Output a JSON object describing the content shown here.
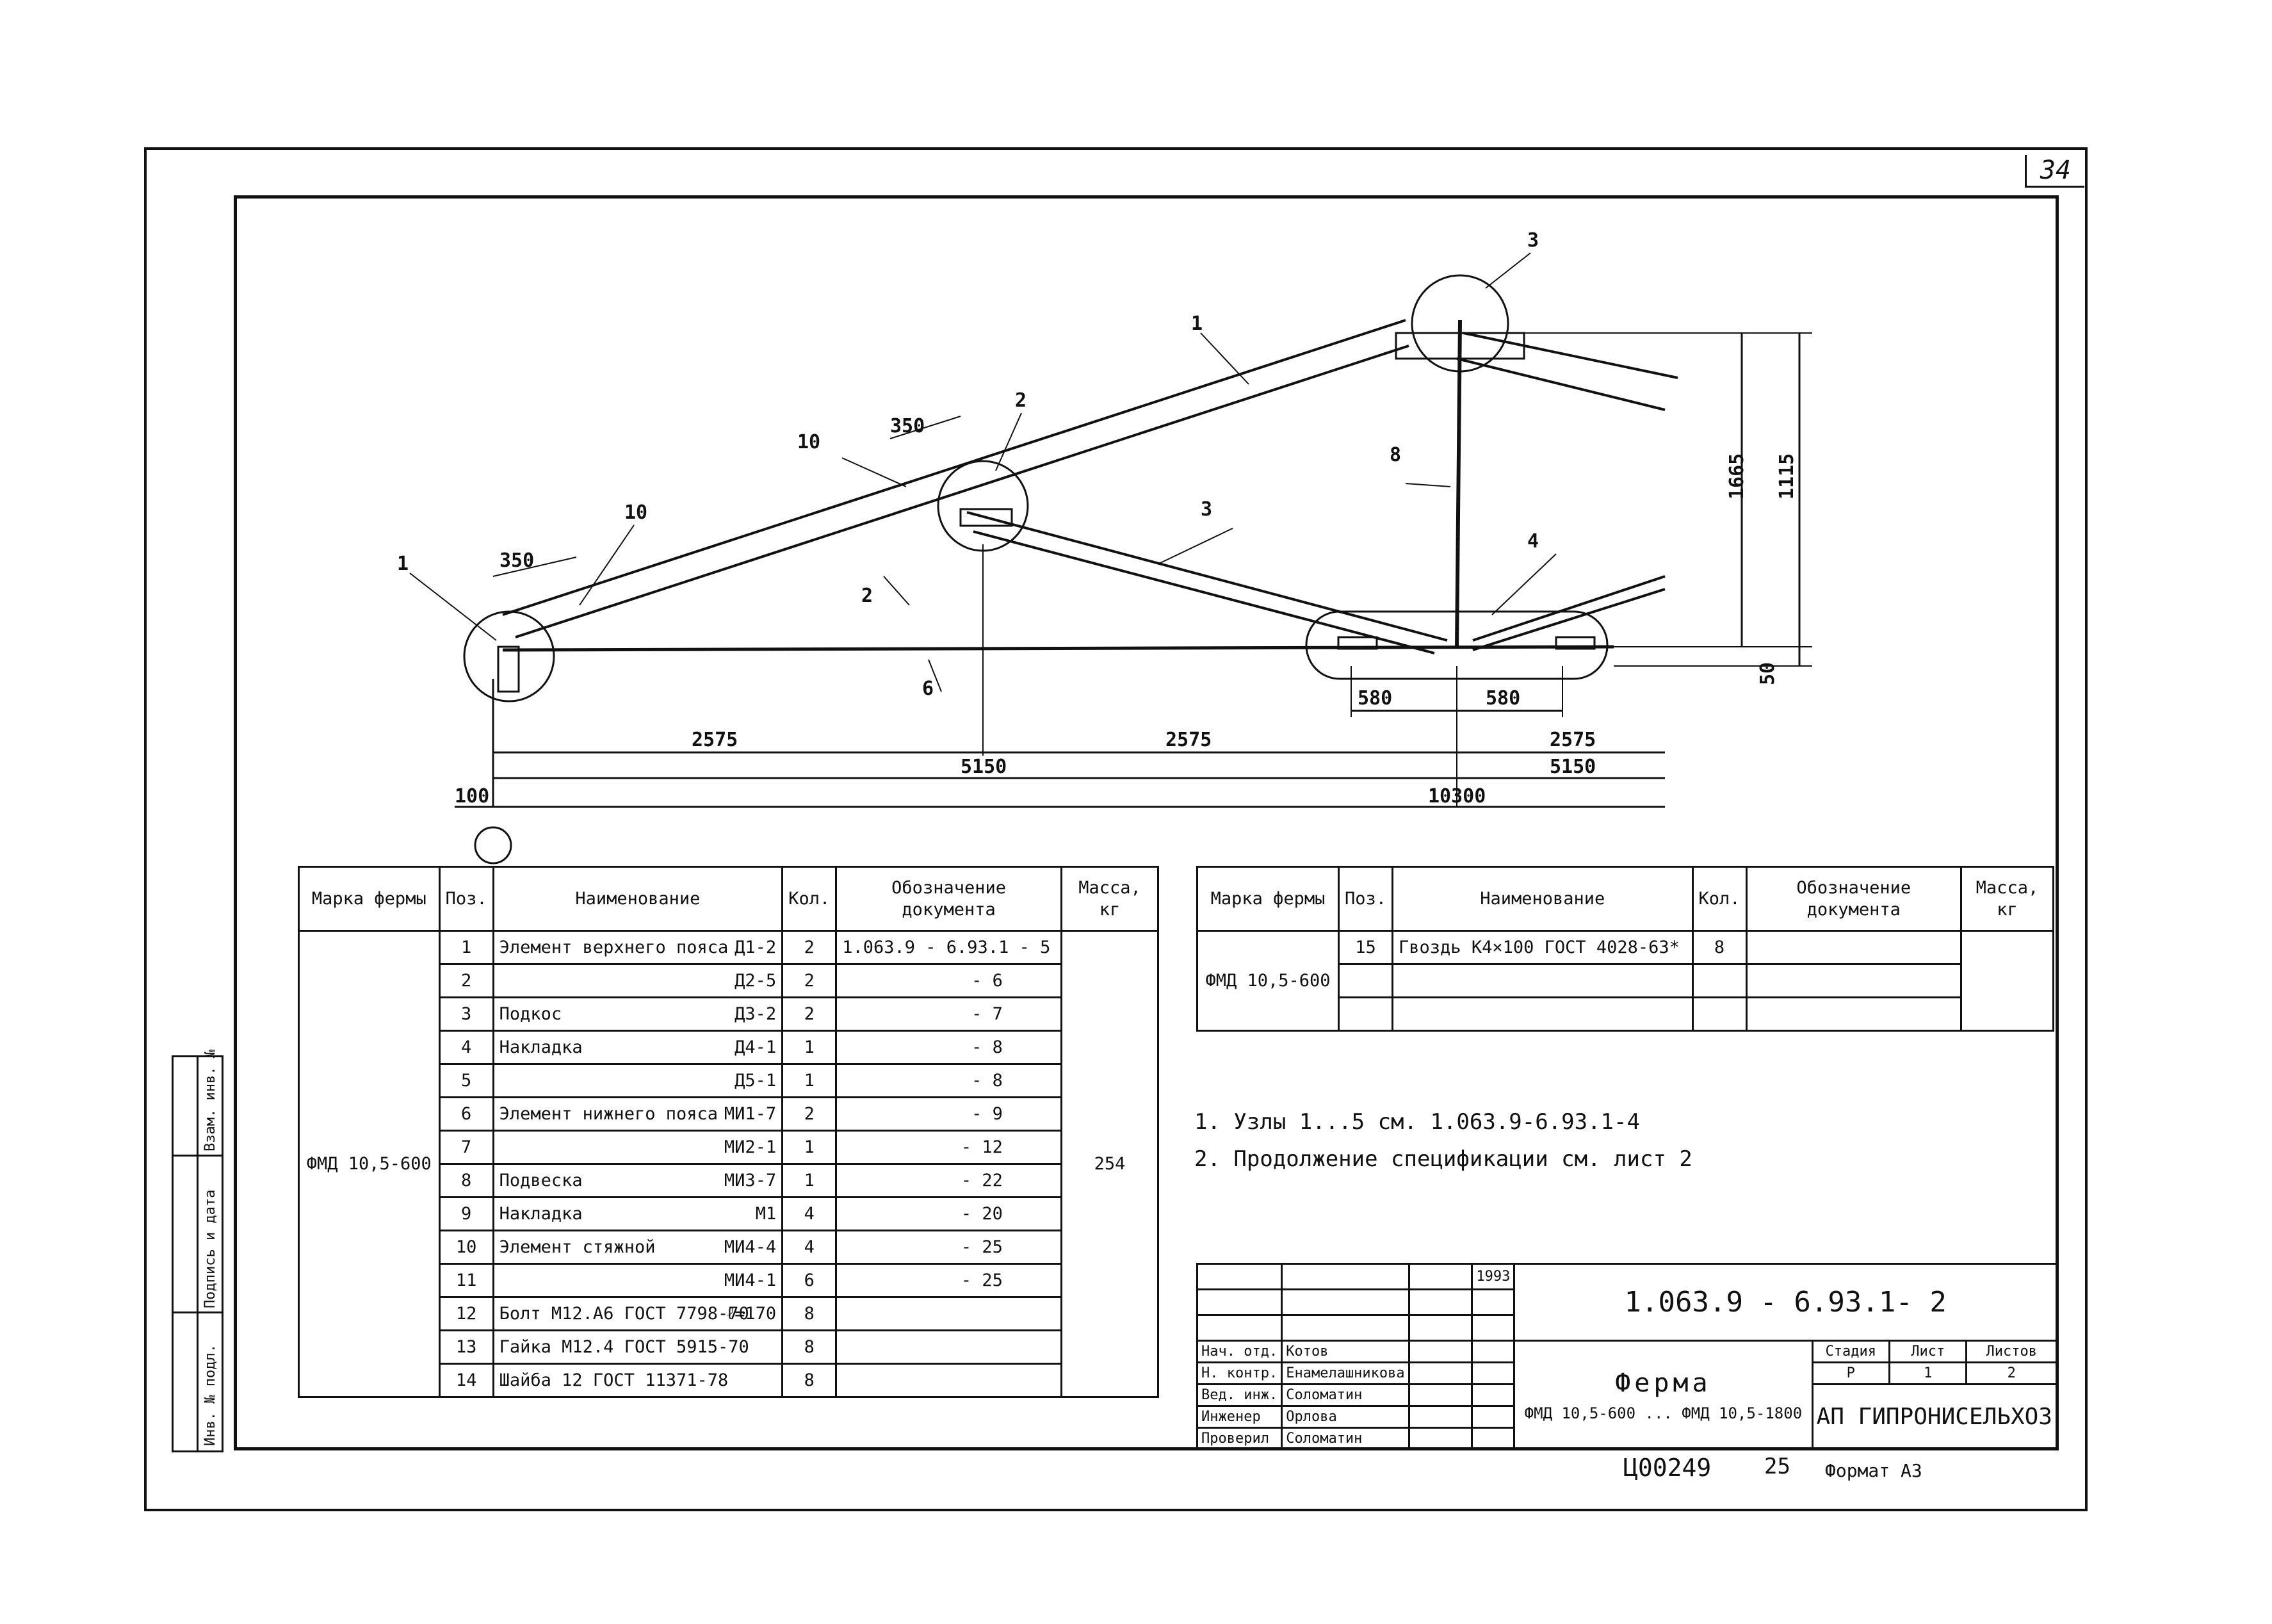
{
  "sheet": {
    "number": "34"
  },
  "drawing": {
    "dims": {
      "d2575a": "2575",
      "d2575b": "2575",
      "d2575c": "2575",
      "d5150a": "5150",
      "d5150b": "5150",
      "d10300": "10300",
      "d100": "100",
      "d350a": "350",
      "d350b": "350",
      "d580a": "580",
      "d580b": "580",
      "d1665": "1665",
      "d1115": "1115",
      "d50": "50"
    },
    "callouts": {
      "n1a": "1",
      "n1b": "1",
      "n2a": "2",
      "n2b": "2",
      "n3a": "3",
      "n3b": "3",
      "n4": "4",
      "n6": "6",
      "n8": "8",
      "n10a": "10",
      "n10b": "10"
    }
  },
  "spec1": {
    "headers": [
      "Марка фермы",
      "Поз.",
      "Наименование",
      "Кол.",
      "Обозначение документа",
      "Масса, кг"
    ],
    "mark": "ФМД 10,5-600",
    "mass": "254",
    "rows": [
      {
        "pos": "1",
        "name": "Элемент верхнего пояса",
        "code": "Д1-2",
        "qty": "2",
        "doc": "1.063.9 - 6.93.1 - 5"
      },
      {
        "pos": "2",
        "name": "",
        "code": "Д2-5",
        "qty": "2",
        "doc": "- 6"
      },
      {
        "pos": "3",
        "name": "Подкос",
        "code": "Д3-2",
        "qty": "2",
        "doc": "- 7"
      },
      {
        "pos": "4",
        "name": "Накладка",
        "code": "Д4-1",
        "qty": "1",
        "doc": "- 8"
      },
      {
        "pos": "5",
        "name": "",
        "code": "Д5-1",
        "qty": "1",
        "doc": "- 8"
      },
      {
        "pos": "6",
        "name": "Элемент нижнего пояса",
        "code": "МИ1-7",
        "qty": "2",
        "doc": "- 9"
      },
      {
        "pos": "7",
        "name": "",
        "code": "МИ2-1",
        "qty": "1",
        "doc": "- 12"
      },
      {
        "pos": "8",
        "name": "Подвеска",
        "code": "МИ3-7",
        "qty": "1",
        "doc": "- 22"
      },
      {
        "pos": "9",
        "name": "Накладка",
        "code": "М1",
        "qty": "4",
        "doc": "- 20"
      },
      {
        "pos": "10",
        "name": "Элемент стяжной",
        "code": "МИ4-4",
        "qty": "4",
        "doc": "- 25"
      },
      {
        "pos": "11",
        "name": "",
        "code": "МИ4-1",
        "qty": "6",
        "doc": "- 25"
      },
      {
        "pos": "12",
        "name": "Болт М12.А6 ГОСТ 7798-70",
        "code": "ℓ=170",
        "qty": "8",
        "doc": ""
      },
      {
        "pos": "13",
        "name": "Гайка М12.4 ГОСТ 5915-70",
        "code": "",
        "qty": "8",
        "doc": ""
      },
      {
        "pos": "14",
        "name": "Шайба 12 ГОСТ 11371-78",
        "code": "",
        "qty": "8",
        "doc": ""
      }
    ]
  },
  "spec2": {
    "headers": [
      "Марка фермы",
      "Поз.",
      "Наименование",
      "Кол.",
      "Обозначение документа",
      "Масса, кг"
    ],
    "mark": "ФМД 10,5-600",
    "row": {
      "pos": "15",
      "name": "Гвоздь К4×100 ГОСТ 4028-63*",
      "qty": "8"
    }
  },
  "notes": [
    "1. Узлы 1...5 см. 1.063.9-6.93.1-4",
    "2. Продолжение спецификации см. лист 2"
  ],
  "title_block": {
    "year": "1993",
    "code": "1.063.9 - 6.93.1- 2",
    "title": "Ферма",
    "subtitle": "ФМД 10,5-600 ... ФМД 10,5-1800",
    "stage_header": "Стадия",
    "sheet_header": "Лист",
    "sheets_header": "Листов",
    "stage": "Р",
    "sheet": "1",
    "sheets": "2",
    "org": "АП ГИПРОНИСЕЛЬХОЗ",
    "staff": [
      {
        "role": "Нач. отд.",
        "name": "Котов"
      },
      {
        "role": "Н. контр.",
        "name": "Енамелашникова"
      },
      {
        "role": "Вед. инж.",
        "name": "Соломатин"
      },
      {
        "role": "Инженер",
        "name": "Орлова"
      },
      {
        "role": "Проверил",
        "name": "Соломатин"
      }
    ]
  },
  "side_stamp": {
    "inv": "Инв. № подл.",
    "sign": "Подпись и дата",
    "replace": "Взам. инв. №"
  },
  "footer": {
    "archive": "Ц00249",
    "num": "25",
    "format": "Формат А3"
  }
}
